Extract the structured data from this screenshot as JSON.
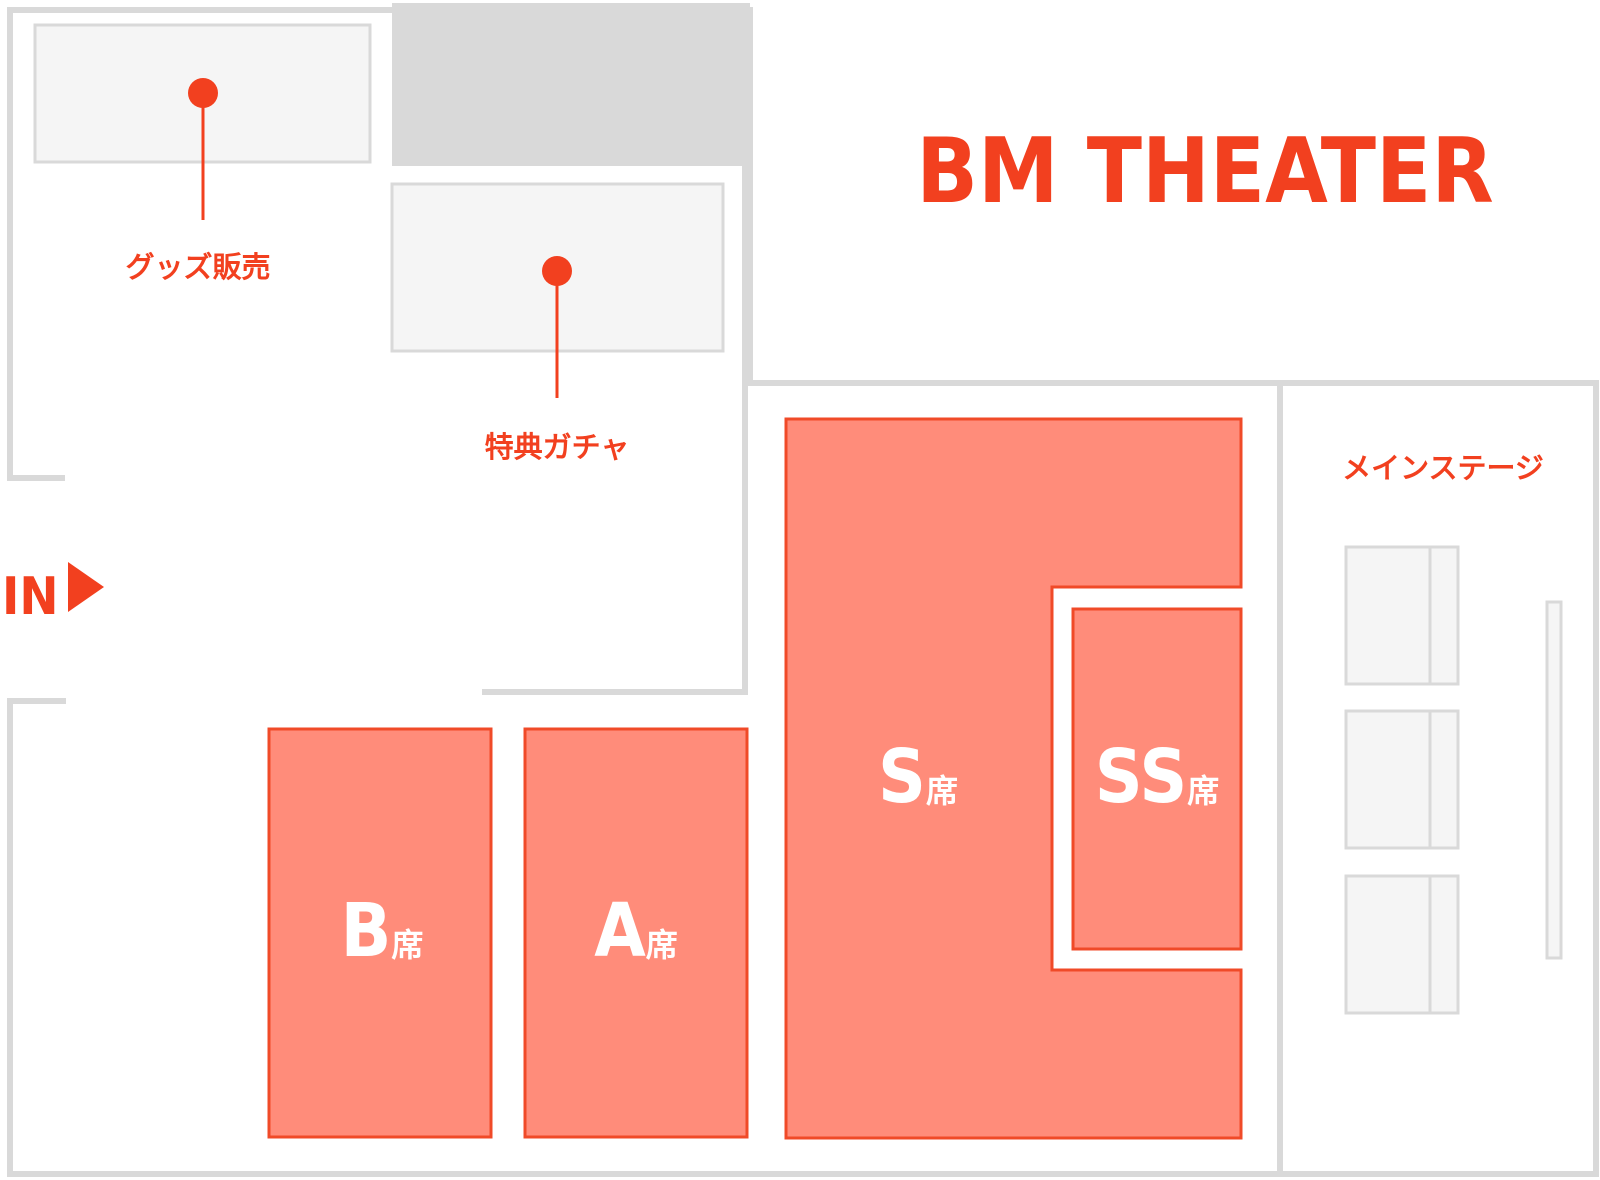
{
  "venue_title": "BM THEATER",
  "entrance_label": "IN",
  "accent_color": "#f2401f",
  "seat_fill_color": "#ff8c7a",
  "wall_color": "#d9d9d9",
  "booths": {
    "goods_label": "グッズ販売",
    "gacha_label": "特典ガチャ"
  },
  "stage_label": "メインステージ",
  "seats": {
    "b": {
      "letter": "B",
      "suffix": "席"
    },
    "a": {
      "letter": "A",
      "suffix": "席"
    },
    "s": {
      "letter": "S",
      "suffix": "席"
    },
    "ss": {
      "letter": "SS",
      "suffix": "席"
    }
  }
}
